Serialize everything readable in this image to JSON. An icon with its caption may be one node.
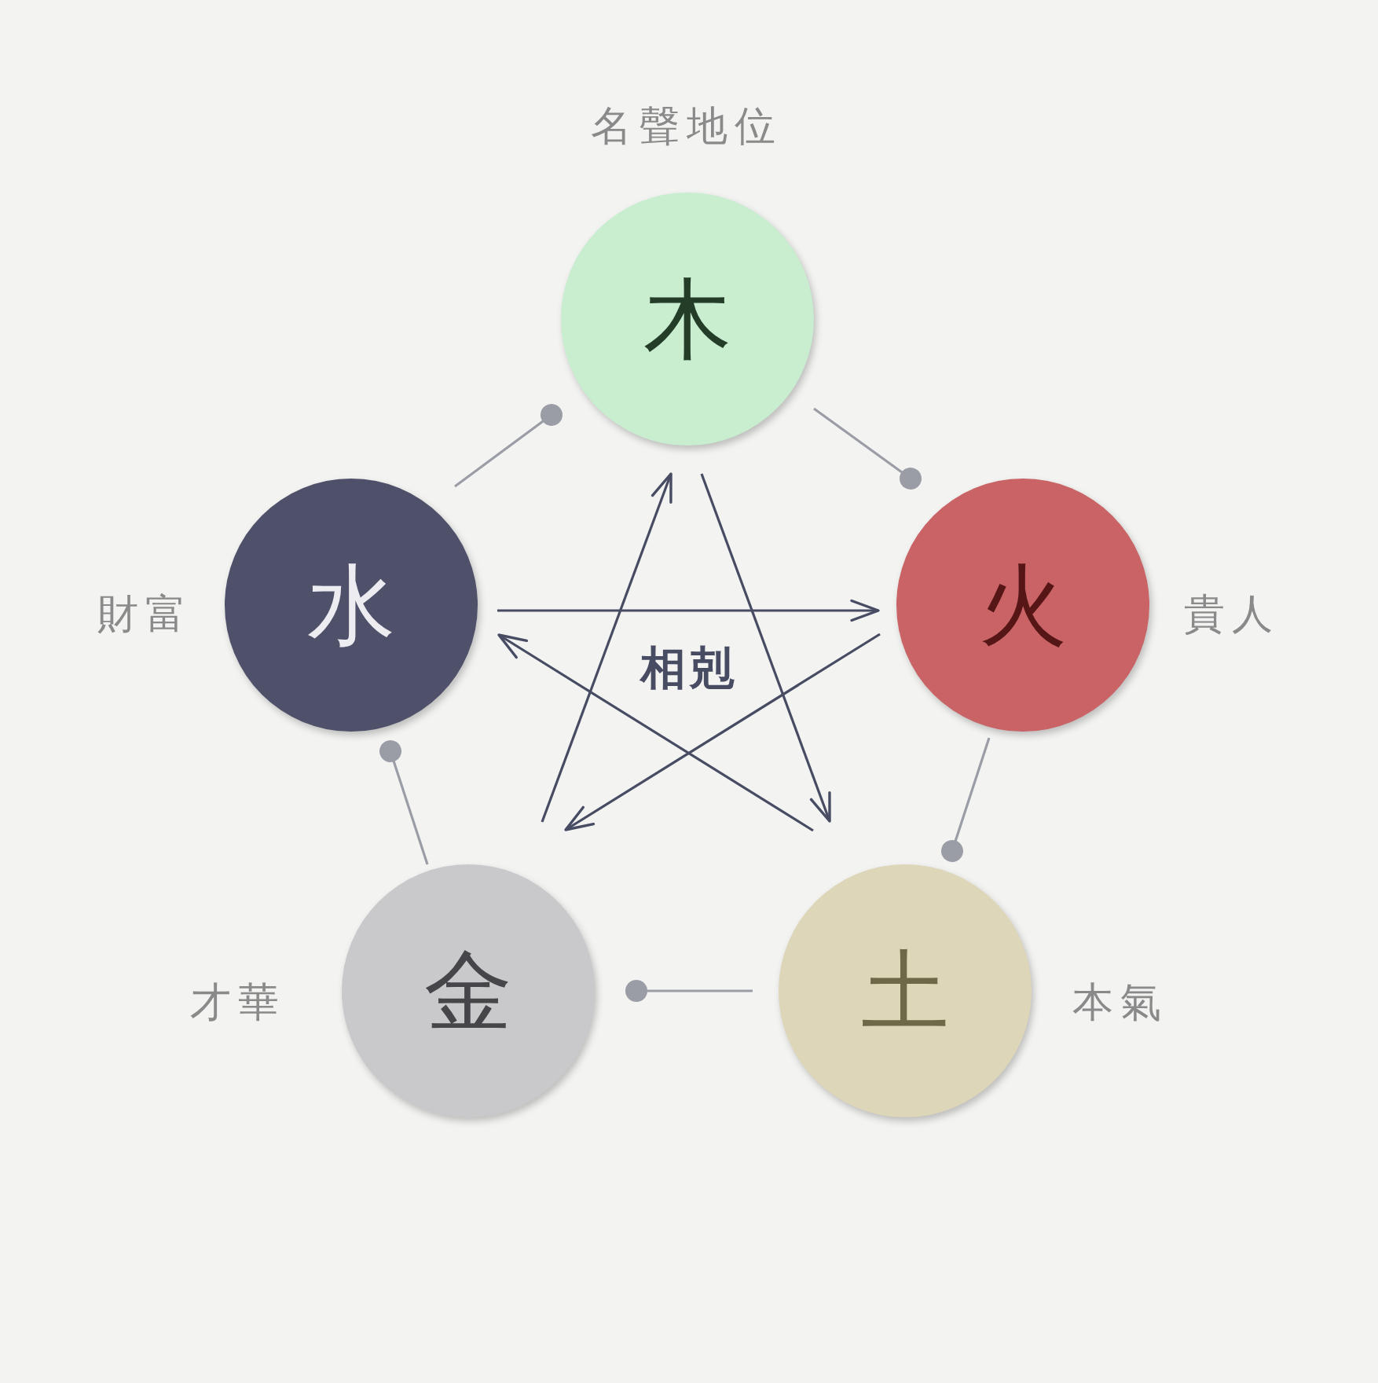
{
  "diagram": {
    "nodes": [
      {
        "text": [
          "木"
        ],
        "beside": [
          "名聲地位"
        ]
      },
      {
        "text": [
          "水"
        ],
        "beside": [
          "財富"
        ]
      },
      {
        "text": [
          "火"
        ],
        "beside": [
          "貴人"
        ]
      },
      {
        "text": [
          "金"
        ],
        "beside": [
          "才華"
        ]
      },
      {
        "text": [
          "土"
        ],
        "beside": [
          "本氣"
        ]
      }
    ],
    "edges": [
      {
        "from": 0,
        "to": 2,
        "arrow": "other",
        "color": "#9b9da6"
      },
      {
        "from": 2,
        "to": 4,
        "arrow": "other",
        "color": "#9b9da6"
      },
      {
        "from": 4,
        "to": 3,
        "arrow": "other",
        "color": "#9b9da6"
      },
      {
        "from": 3,
        "to": 1,
        "arrow": "other",
        "color": "#9b9da6"
      },
      {
        "from": 1,
        "to": 0,
        "arrow": "other",
        "color": "#9b9da6"
      },
      {
        "from": 0,
        "to": 4,
        "arrow": "to"
      },
      {
        "from": 4,
        "to": 1,
        "arrow": "to"
      },
      {
        "from": 1,
        "to": 2,
        "arrow": "to"
      },
      {
        "from": 2,
        "to": 3,
        "arrow": "to"
      },
      {
        "from": 3,
        "to": 0,
        "arrow": "to"
      }
    ],
    "labels": [
      "相剋"
    ]
  }
}
